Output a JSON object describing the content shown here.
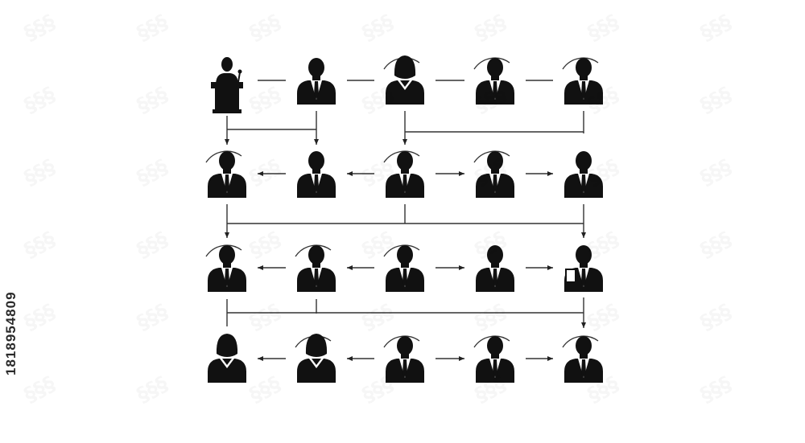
{
  "stock_id": "1818954809",
  "colors": {
    "ink": "#111111",
    "line": "#333333",
    "background": "#ffffff"
  },
  "icons": {
    "podium": "podium-speaker-icon",
    "man": "businessman-icon",
    "woman": "businesswoman-icon",
    "presenter": "presenter-with-board-icon"
  },
  "diagram": {
    "rows": [
      {
        "nodes": [
          "podium",
          "man",
          "woman",
          "man",
          "man"
        ],
        "arcs": [
          false,
          false,
          true,
          true,
          true
        ]
      },
      {
        "nodes": [
          "man",
          "man",
          "man",
          "man",
          "man"
        ],
        "arcs": [
          true,
          false,
          true,
          true,
          false
        ]
      },
      {
        "nodes": [
          "man",
          "man",
          "man",
          "man",
          "presenter"
        ],
        "arcs": [
          true,
          true,
          true,
          false,
          false
        ]
      },
      {
        "nodes": [
          "woman",
          "woman",
          "man",
          "man",
          "man"
        ],
        "arcs": [
          false,
          true,
          true,
          true,
          true
        ]
      }
    ],
    "row_links": [
      {
        "row": 0,
        "arrows": [
          "none",
          "none",
          "none",
          "none"
        ]
      },
      {
        "row": 1,
        "arrows": [
          "left",
          "left",
          "right",
          "right"
        ]
      },
      {
        "row": 2,
        "arrows": [
          "left",
          "left",
          "right",
          "right"
        ]
      },
      {
        "row": 3,
        "arrows": [
          "left",
          "left",
          "right",
          "right"
        ]
      }
    ]
  }
}
